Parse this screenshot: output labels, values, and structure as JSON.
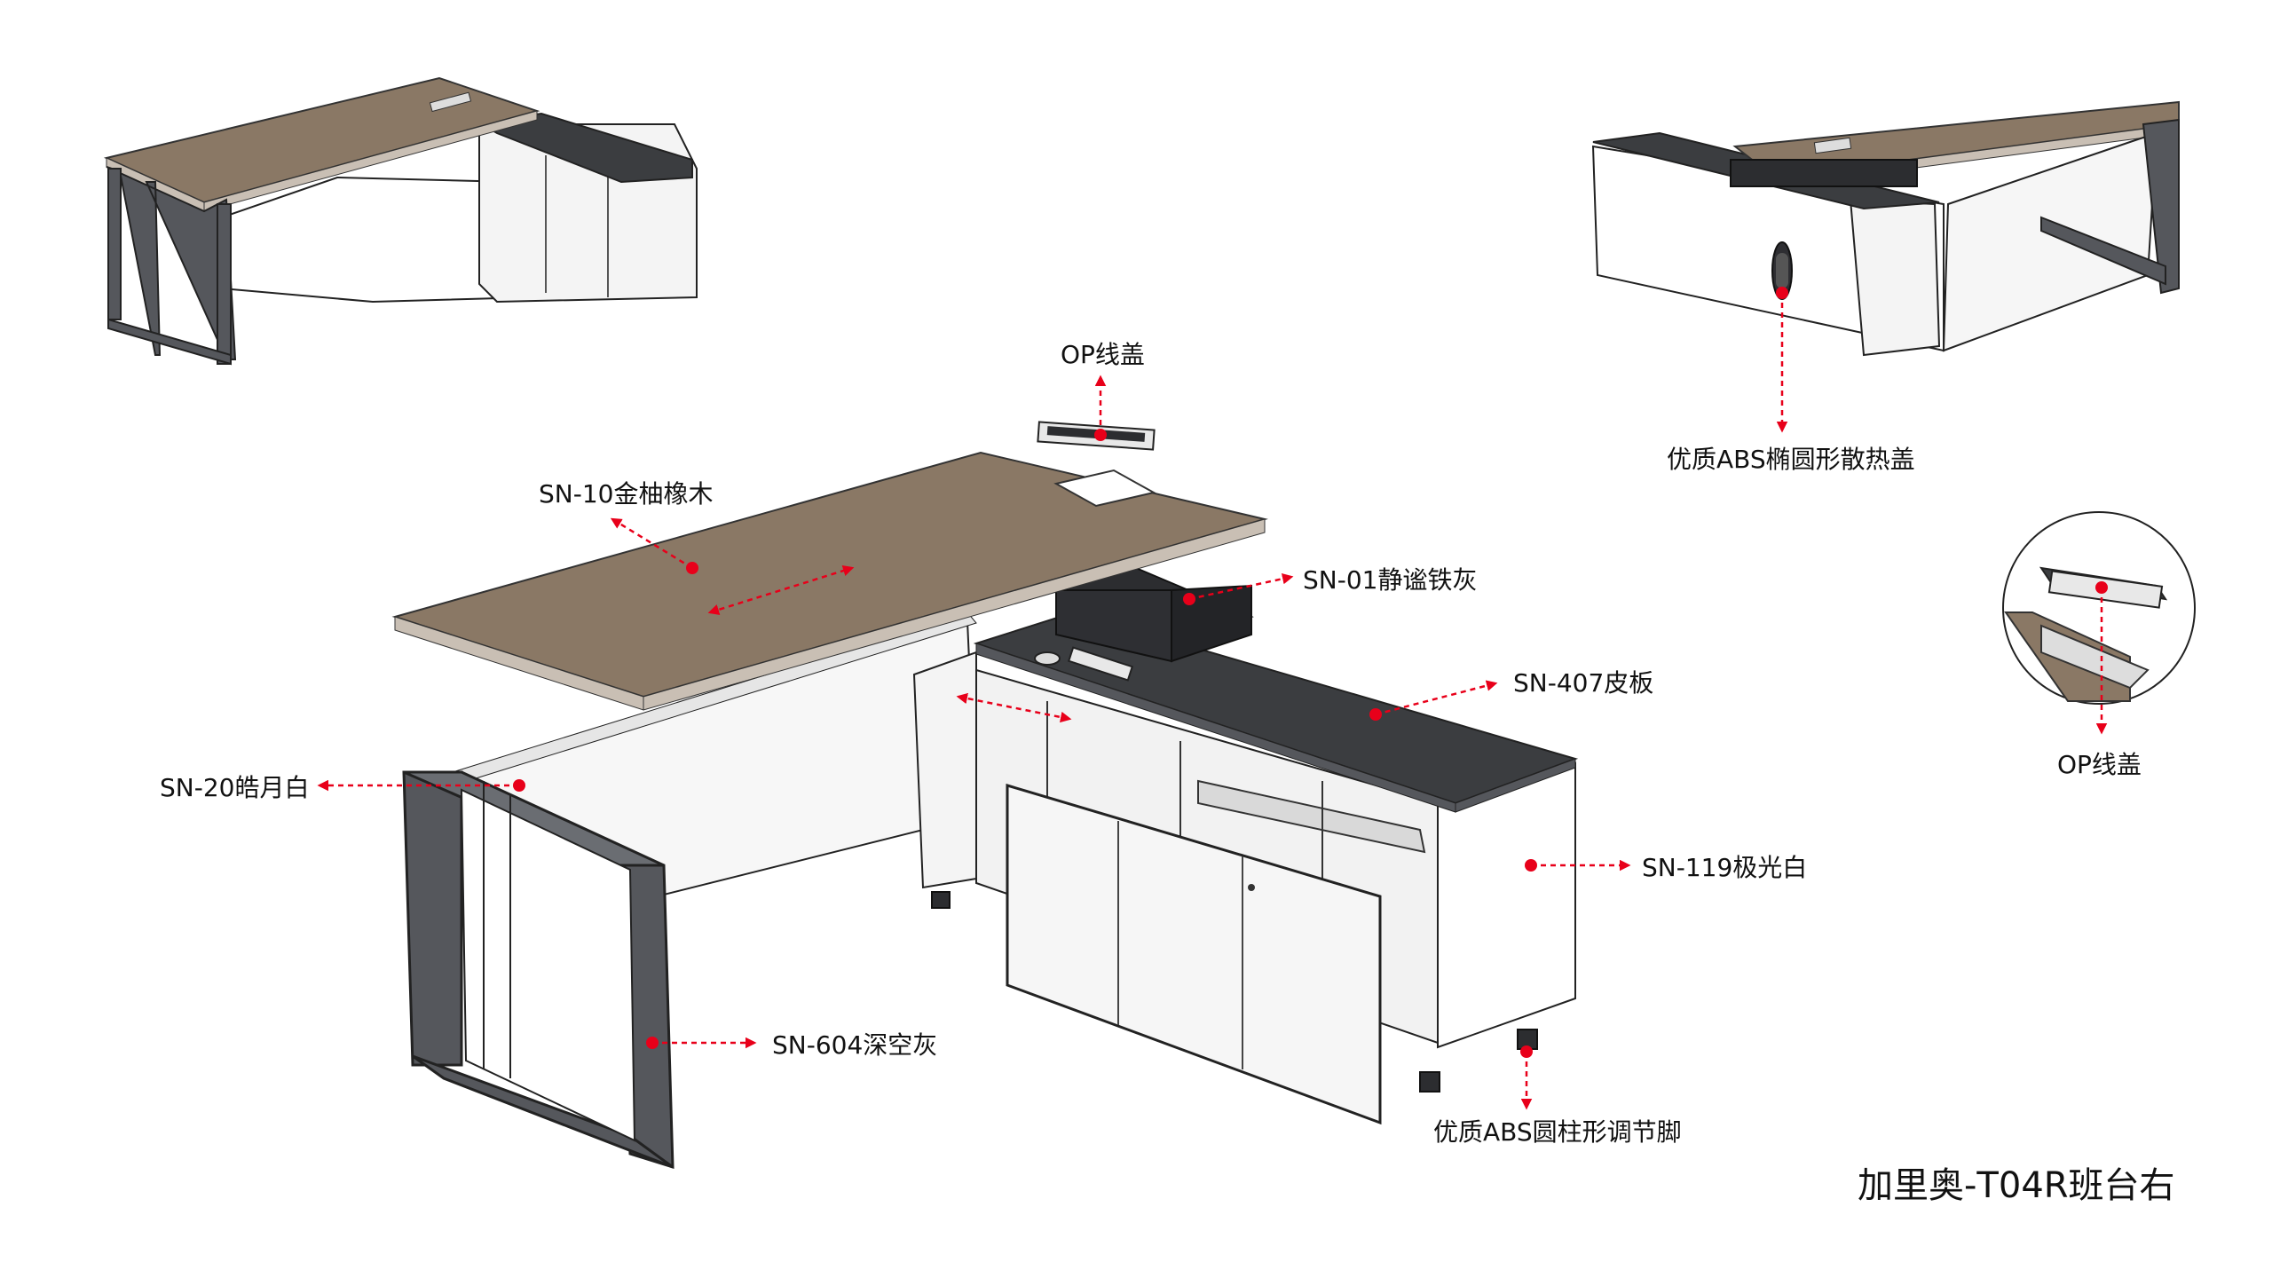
{
  "labels": {
    "op_cover_top": "OP线盖",
    "wood_top": "SN-10金柚橡木",
    "grey_cabinet": "SN-01静谧铁灰",
    "leather_board": "SN-407皮板",
    "moon_white": "SN-20皓月白",
    "ultra_white": "SN-119极光白",
    "frame_grey": "SN-604深空灰",
    "adjust_feet": "优质ABS圆柱形调节脚",
    "vent_cover": "优质ABS椭圆形散热盖",
    "op_cover_detail": "OP线盖"
  },
  "title": "加里奥-T04R班台右",
  "colors": {
    "wood": "#8a7865",
    "wood_edge": "#c9bfb4",
    "dark_grey": "#3b3d40",
    "frame": "#55575c",
    "panel_white": "#f4f4f4",
    "accent_red": "#e8001a"
  }
}
